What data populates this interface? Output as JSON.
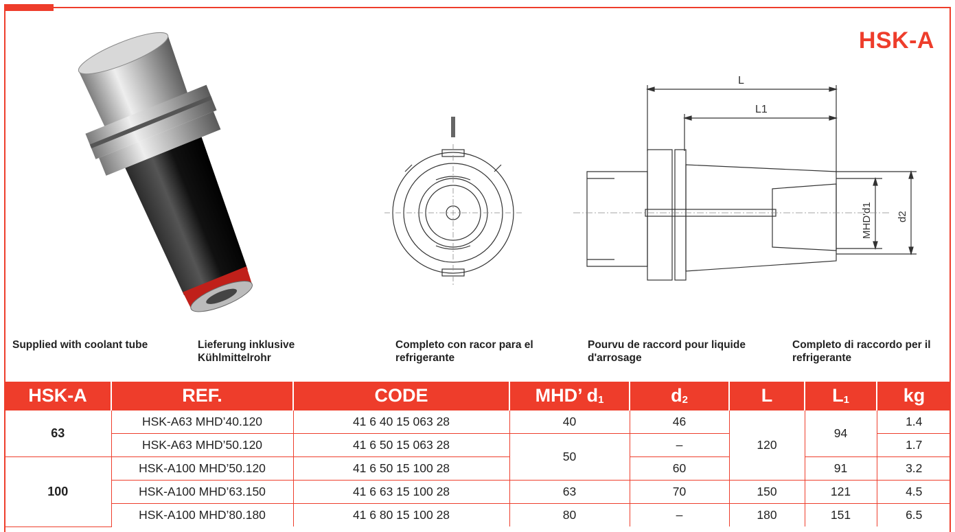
{
  "header": {
    "title": "HSK-A"
  },
  "drawing": {
    "label_L": "L",
    "label_L1": "L1",
    "label_d1": "MHD'd1",
    "label_d2": "d2"
  },
  "captions": [
    "Supplied with coolant tube",
    "Lieferung inklusive Kühlmittelrohr",
    "Completo con racor para el refrigerante",
    "Pourvu de raccord pour liquide d'arrosage",
    "Completo di raccordo per il refrigerante"
  ],
  "table": {
    "headers": {
      "hsk": "HSK-A",
      "ref": "REF.",
      "code": "CODE",
      "mhd": "MHD’ d",
      "mhd_sub": "1",
      "d2": "d",
      "d2_sub": "2",
      "l": "L",
      "l1": "L",
      "l1_sub": "1",
      "kg": "kg"
    },
    "groups": [
      "63",
      "100"
    ],
    "rows": [
      {
        "ref": "HSK-A63 MHD’40.120",
        "code": "41 6 40 15 063 28",
        "mhd": "40",
        "d2": "46",
        "l": "120",
        "l1": "94",
        "kg": "1.4"
      },
      {
        "ref": "HSK-A63 MHD’50.120",
        "code": "41 6 50 15 063 28",
        "mhd": "50",
        "d2": "–",
        "kg": "1.7"
      },
      {
        "ref": "HSK-A100 MHD’50.120",
        "code": "41 6 50 15 100 28",
        "d2": "60",
        "l1": "91",
        "kg": "3.2"
      },
      {
        "ref": "HSK-A100 MHD’63.150",
        "code": "41 6 63 15 100 28",
        "mhd": "63",
        "d2": "70",
        "l": "150",
        "l1": "121",
        "kg": "4.5"
      },
      {
        "ref": "HSK-A100 MHD’80.180",
        "code": "41 6 80 15 100 28",
        "mhd": "80",
        "d2": "–",
        "l": "180",
        "l1": "151",
        "kg": "6.5"
      }
    ]
  },
  "colors": {
    "accent": "#ee3d2b",
    "holder_body": "#1a1a1a",
    "holder_steel": "#c8c8c8"
  }
}
